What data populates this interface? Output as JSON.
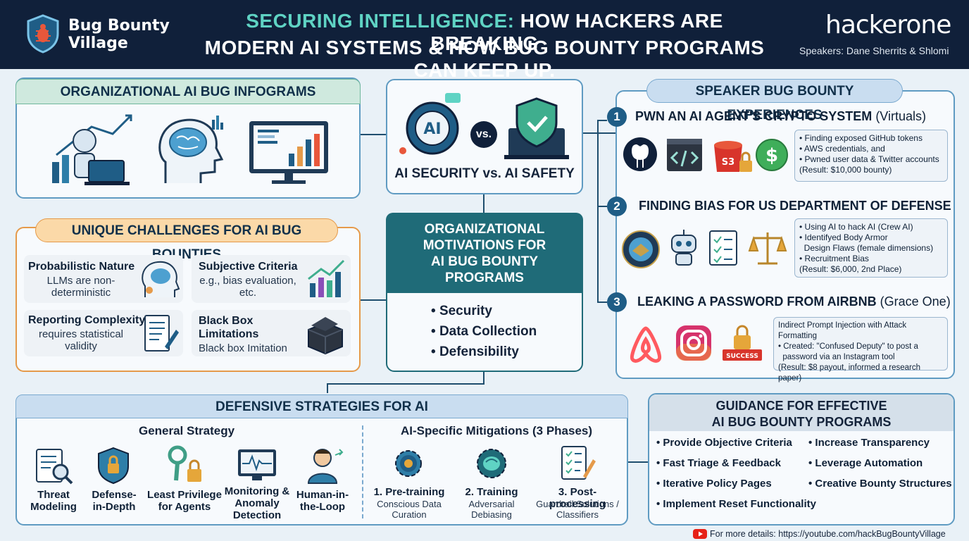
{
  "header": {
    "logo_line1": "Bug Bounty",
    "logo_line2": "Village",
    "title_highlight": "SECURING INTELLIGENCE:",
    "title_rest1": " HOW HACKERS ARE BREAKING",
    "title_line2": "MODERN AI SYSTEMS & HOW BUG BOUNTY PROGRAMS CAN KEEP UP.",
    "brand": "hackerone",
    "speakers": "Speakers: Dane Sherrits & Shlomi"
  },
  "infograms": {
    "title": "ORGANIZATIONAL AI BUG INFOGRAMS"
  },
  "vs": {
    "left_icon": "AI",
    "vs": "vs.",
    "label": "AI SECURITY vs. AI SAFETY"
  },
  "motivations": {
    "title_line1": "ORGANIZATIONAL",
    "title_line2": "MOTIVATIONS FOR",
    "title_line3": "AI BUG BOUNTY",
    "title_line4": "PROGRAMS",
    "items": [
      "Security",
      "Data Collection",
      "Defensibility"
    ]
  },
  "challenges": {
    "title": "UNIQUE CHALLENGES FOR AI BUG BOUNTIES",
    "cards": [
      {
        "title": "Probabilistic Nature",
        "sub1": "LLMs are non-",
        "sub2": "deterministic"
      },
      {
        "title": "Subjective Criteria",
        "sub1": "e.g., bias evaluation,",
        "sub2": "etc."
      },
      {
        "title": "Reporting Complexity",
        "sub1": "requires statistical",
        "sub2": "validity"
      },
      {
        "title": "Black Box",
        "title2": "Limitations",
        "sub1": "Black box Imitation"
      }
    ]
  },
  "experiences": {
    "title": "SPEAKER BUG BOUNTY EXPERIENCES",
    "items": [
      {
        "num": "1",
        "title": "PWN AN AI AGENT'S CRYPTO SYSTEM",
        "paren": " (Virtuals)",
        "notes": [
          "• Finding exposed GitHub tokens",
          "• AWS credentials, and",
          "• Pwned user data & Twitter accounts",
          "(Result: $10,000 bounty)"
        ]
      },
      {
        "num": "2",
        "title": "FINDING BIAS FOR US DEPARTMENT OF DEFENSE",
        "paren": "",
        "notes": [
          "• Using AI to hack AI (Crew AI)",
          "• Identifyed Body Armor",
          "  Design Flaws (female dimensions)",
          "• Recruitment Bias",
          "(Result: $6,000, 2nd Place)"
        ]
      },
      {
        "num": "3",
        "title": "LEAKING A PASSWORD FROM AIRBNB",
        "paren": " (Grace One)",
        "notes": [
          "Indirect Prompt Injection with Attack Formatting",
          "• Created: \"Confused Deputy\" to post a",
          "  password via an Instagram tool",
          "(Result: $8 payout, informed a research paper)"
        ]
      }
    ],
    "s3": "S3",
    "dollar": "$",
    "success": "SUCCESS"
  },
  "defense": {
    "title": "DEFENSIVE STRATEGIES FOR AI",
    "general_title": "General Strategy",
    "general": [
      {
        "l1": "Threat",
        "l2": "Modeling"
      },
      {
        "l1": "Defense-",
        "l2": "in-Depth"
      },
      {
        "l1": "Least Privilege",
        "l2": "for Agents"
      },
      {
        "l1": "Monitoring &",
        "l2": "Anomaly",
        "l3": "Detection"
      },
      {
        "l1": "Human-in-",
        "l2": "the-Loop"
      }
    ],
    "ai_title": "AI-Specific Mitigations (3 Phases)",
    "phases": [
      {
        "t": "1. Pre-training",
        "s1": "Conscious Data",
        "s2": "Curation"
      },
      {
        "t": "2. Training",
        "s1": "Adversarial",
        "s2": "Debiasing"
      },
      {
        "t": "3. Post-processing",
        "s1": "Guardrail Solutions /",
        "s2": "Classifiers"
      }
    ]
  },
  "guidance": {
    "title_line1": "GUIDANCE FOR EFFECTIVE",
    "title_line2": "AI BUG BOUNTY PROGRAMS",
    "left": [
      "• Provide Objective Criteria",
      "• Fast Triage & Feedback",
      "• Iterative Policy Pages",
      "• Implement Reset Functionality"
    ],
    "right": [
      "• Increase Transparency",
      "• Leverage Automation",
      "• Creative Bounty Structures"
    ]
  },
  "footer": {
    "text": "For more details: https://youtube.com/hackBugBountyVillage"
  },
  "colors": {
    "navy": "#10203a",
    "teal": "#1f6b78",
    "accent": "#5fd3c4",
    "orange": "#e59a4a",
    "blue": "#1f5d86"
  }
}
